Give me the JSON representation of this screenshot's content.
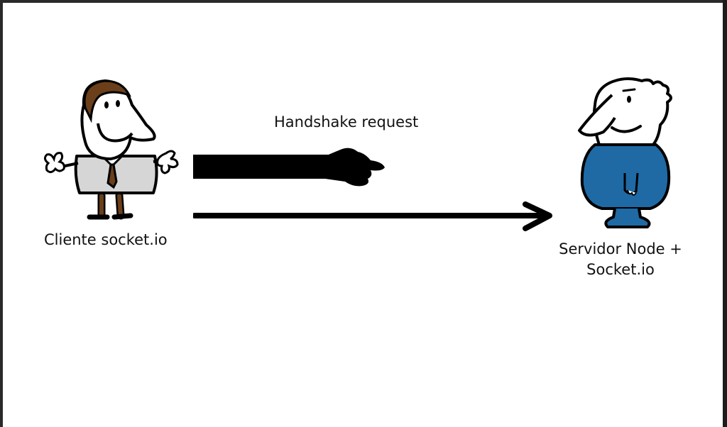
{
  "client": {
    "label": "Cliente socket.io"
  },
  "message": {
    "label": "Handshake request"
  },
  "server": {
    "line1": "Servidor Node +",
    "line2": "Socket.io"
  },
  "colors": {
    "client_hair": "#6b3f1a",
    "client_shirt": "#d6d6d6",
    "client_pants": "#6b3f1a",
    "server_body": "#1f6aa5",
    "outline": "#000000"
  },
  "icons": {
    "client": "client-cartoon-figure-icon",
    "server": "server-cartoon-figure-icon",
    "hand": "outstretched-hand-icon",
    "arrow": "arrow-right-icon"
  }
}
